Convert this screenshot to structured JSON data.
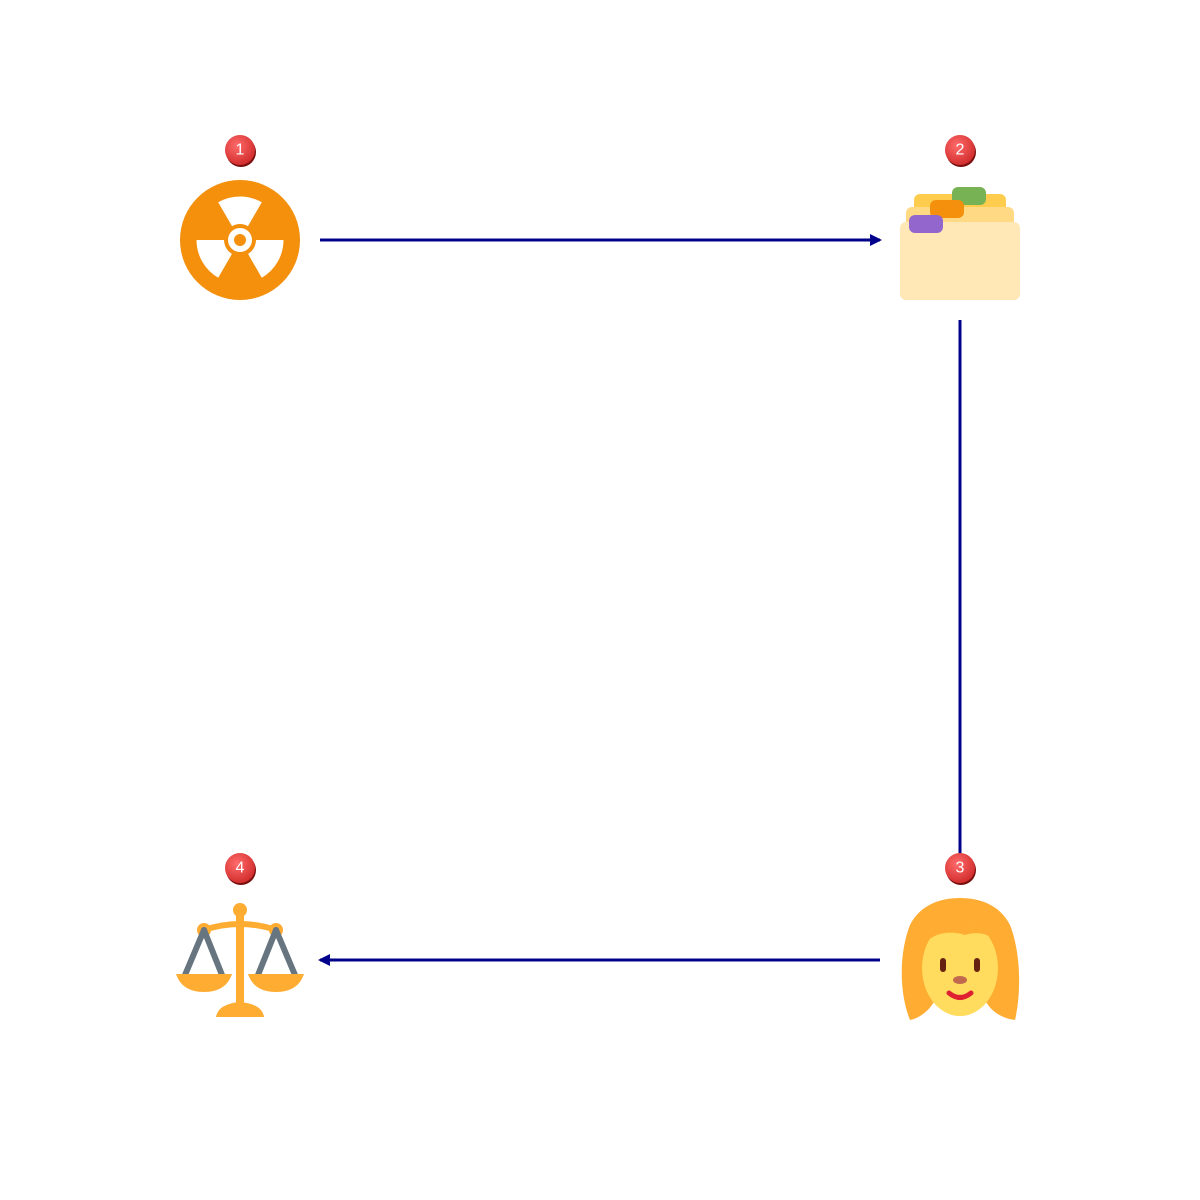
{
  "nodes": [
    {
      "id": "n1",
      "badge": "1",
      "icon": "radioactive-icon"
    },
    {
      "id": "n2",
      "badge": "2",
      "icon": "card-index-dividers-icon"
    },
    {
      "id": "n3",
      "badge": "3",
      "icon": "woman-icon"
    },
    {
      "id": "n4",
      "badge": "4",
      "icon": "balance-scale-icon"
    }
  ],
  "edges": [
    {
      "from": "n1",
      "to": "n2",
      "arrow": true
    },
    {
      "from": "n2",
      "to": "n3",
      "arrow": false
    },
    {
      "from": "n3",
      "to": "n4",
      "arrow": true
    }
  ],
  "colors": {
    "edge": "#00008b",
    "badge_fill": "#e53935",
    "badge_text": "#ffffff",
    "radioactive": "#f4900c",
    "folder_front": "#ffe8b6",
    "folder_back": "#ffd983",
    "tab_green": "#77b255",
    "tab_orange": "#f4900c",
    "tab_purple": "#9266cc",
    "hair": "#ffac33",
    "skin": "#ffdc5d",
    "scale_gold": "#ffac33",
    "scale_gray": "#66757f"
  }
}
